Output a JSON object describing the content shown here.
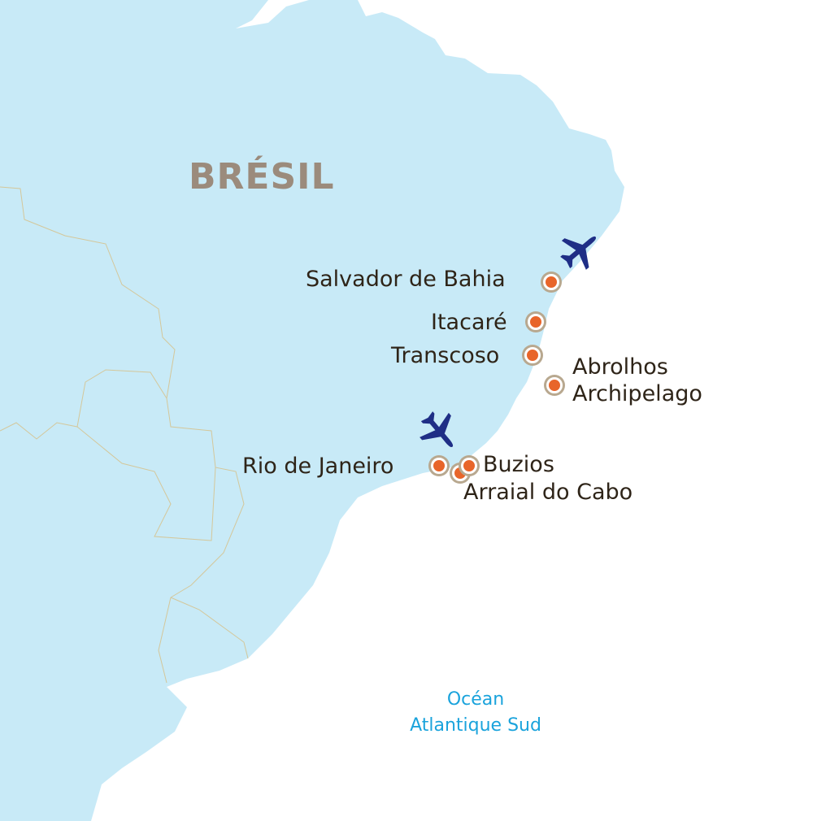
{
  "country": "BRÉSIL",
  "ocean": {
    "line1": "Océan",
    "line2": "Atlantique Sud"
  },
  "destinations": [
    {
      "name": "Salvador de Bahia"
    },
    {
      "name": "Itacaré"
    },
    {
      "name": "Transcoso"
    },
    {
      "name": "Abrolhos",
      "name2": "Archipelago"
    },
    {
      "name": "Rio de Janeiro"
    },
    {
      "name": "Buzios"
    },
    {
      "name": "Arraial do Cabo"
    }
  ],
  "icons": {
    "airport": "airplane-icon",
    "destination": "location-dot-icon"
  },
  "colors": {
    "land": "#c8eaf7",
    "ocean": "#ffffff",
    "marker": "#e8652a",
    "plane": "#1f2e86",
    "border": "#d4c79a",
    "ocean_label": "#1aa3dc",
    "country_label": "#9b8b7c"
  }
}
